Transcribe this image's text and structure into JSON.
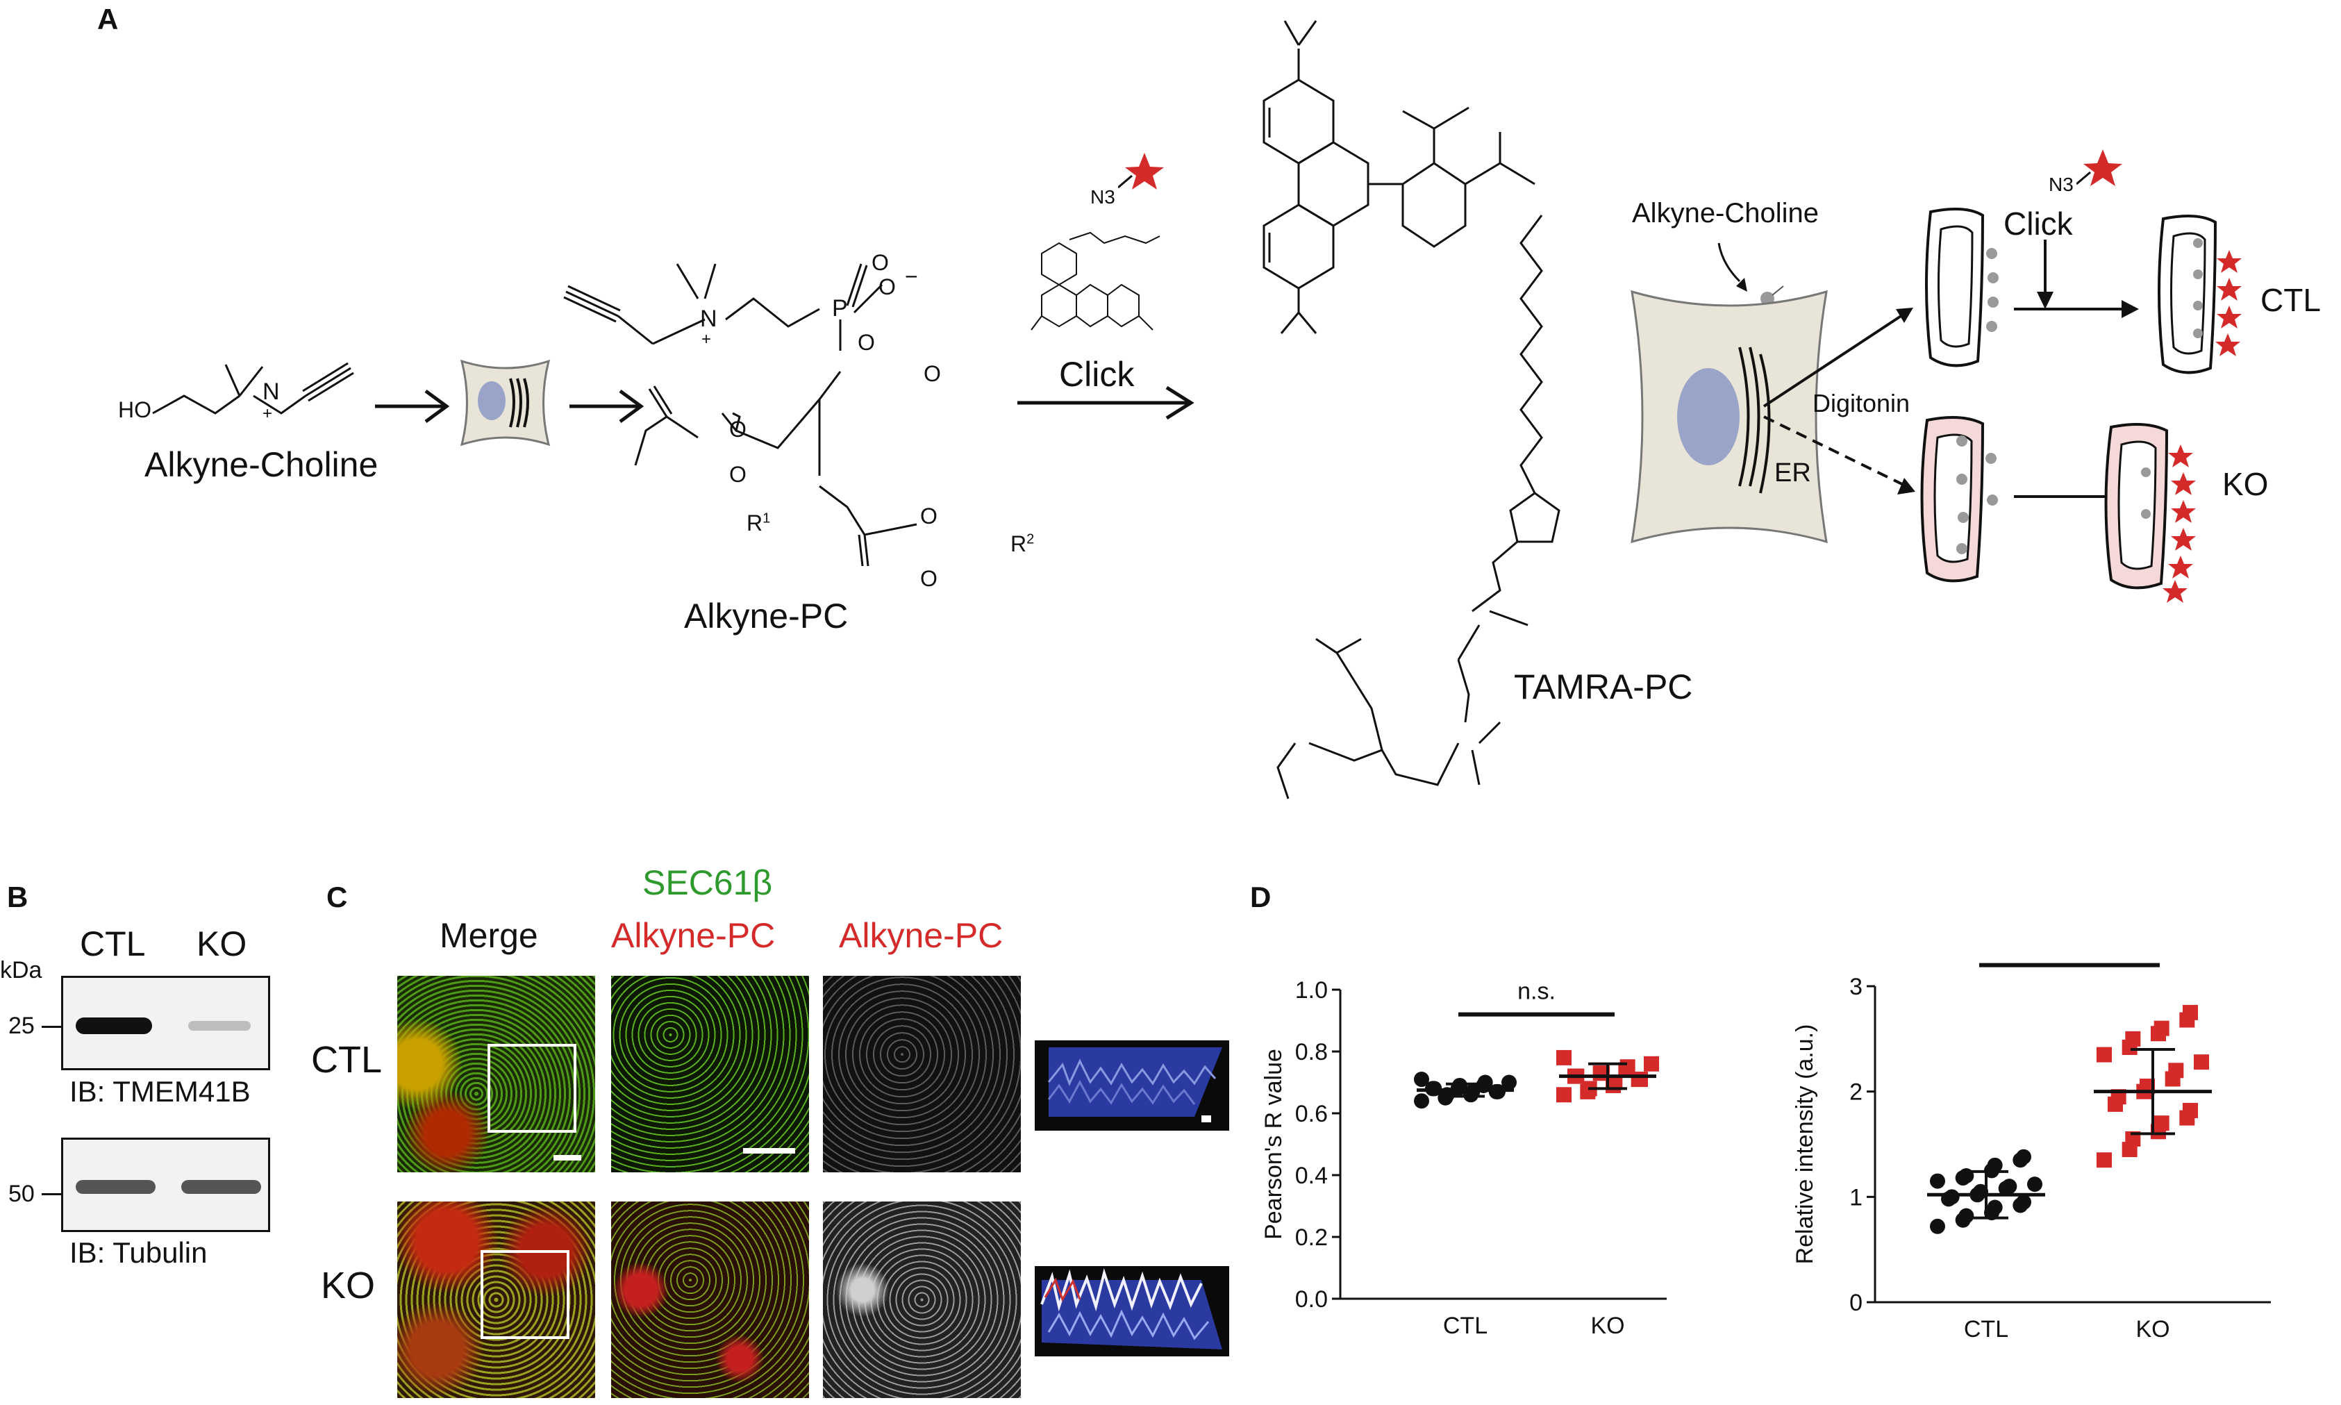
{
  "figure": {
    "panel_a": {
      "letter": "A",
      "alkyne_choline": "Alkyne-Choline",
      "alkyne_pc": "Alkyne-PC",
      "tamra_pc": "TAMRA-PC",
      "click": "Click",
      "n3": "N3",
      "ho": "HO",
      "plus": "+",
      "r1": "R",
      "r1_sup": "1",
      "r2": "R",
      "r2_sup": "2",
      "minus": "−",
      "o": "O",
      "p": "P",
      "n": "N",
      "schematic": {
        "alkyne_choline": "Alkyne-Choline",
        "click": "Click",
        "n3": "N3",
        "digitonin": "Digitonin",
        "er": "ER",
        "ctl": "CTL",
        "ko": "KO"
      }
    },
    "panel_b": {
      "letter": "B",
      "ctl": "CTL",
      "ko": "KO",
      "kda": "kDa",
      "mw_25": "25",
      "mw_50": "50",
      "ib_tmem41b": "IB: TMEM41B",
      "ib_tubulin": "IB: Tubulin"
    },
    "panel_c": {
      "letter": "C",
      "merge": "Merge",
      "sec61b": "SEC61β",
      "alkyne_pc_red1": "Alkyne-PC",
      "alkyne_pc_red2": "Alkyne-PC",
      "ctl": "CTL",
      "ko": "KO"
    },
    "panel_d": {
      "letter": "D"
    },
    "colors": {
      "green": "#2e9a2e",
      "red": "#d42a2a",
      "ctl_points": "#111111",
      "ko_points": "#d42a2a",
      "cell": "#e8e4d8",
      "nucleus": "#9aa4c8",
      "star": "#d42a2a"
    }
  },
  "chart_data": [
    {
      "type": "scatter",
      "ylabel": "Pearson's R value",
      "categories": [
        "CTL",
        "KO"
      ],
      "ylim": [
        0.0,
        1.0
      ],
      "yticks": [
        "0.0",
        "0.2",
        "0.4",
        "0.6",
        "0.8",
        "1.0"
      ],
      "annotation": "n.s.",
      "series": [
        {
          "values": [
            0.64,
            0.65,
            0.66,
            0.66,
            0.67,
            0.67,
            0.67,
            0.68,
            0.68,
            0.68,
            0.69,
            0.69,
            0.7,
            0.7,
            0.71
          ],
          "mean": 0.675,
          "sd": 0.02
        },
        {
          "values": [
            0.66,
            0.67,
            0.68,
            0.69,
            0.7,
            0.71,
            0.71,
            0.72,
            0.72,
            0.73,
            0.73,
            0.74,
            0.75,
            0.76,
            0.78
          ],
          "mean": 0.72,
          "sd": 0.04
        }
      ]
    },
    {
      "type": "scatter",
      "ylabel": "Relative intensity (a.u.)",
      "categories": [
        "CTL",
        "KO"
      ],
      "ylim": [
        0,
        3
      ],
      "yticks": [
        "0",
        "1",
        "2",
        "3"
      ],
      "annotation": "****",
      "series": [
        {
          "values": [
            0.72,
            0.78,
            0.82,
            0.85,
            0.9,
            0.92,
            0.95,
            0.98,
            1.0,
            1.02,
            1.05,
            1.08,
            1.1,
            1.12,
            1.15,
            1.18,
            1.2,
            1.25,
            1.3,
            1.35,
            1.38
          ],
          "mean": 1.02,
          "sd": 0.22
        },
        {
          "values": [
            1.35,
            1.45,
            1.55,
            1.62,
            1.7,
            1.75,
            1.82,
            1.88,
            1.95,
            2.0,
            2.05,
            2.12,
            2.2,
            2.28,
            2.35,
            2.42,
            2.5,
            2.55,
            2.6,
            2.68,
            2.75
          ],
          "mean": 2.0,
          "sd": 0.4
        }
      ]
    }
  ]
}
